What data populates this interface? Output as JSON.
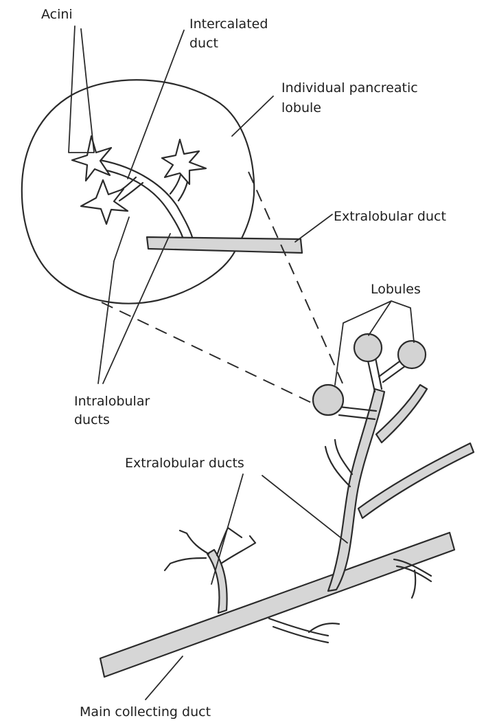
{
  "labels": {
    "acini": "Acini",
    "intercalated_1": "Intercalated",
    "intercalated_2": "duct",
    "lobule_1": "Individual pancreatic",
    "lobule_2": "lobule",
    "extralobular_duct": "Extralobular duct",
    "lobules": "Lobules",
    "intralobular_1": "Intralobular",
    "intralobular_2": "ducts",
    "extralobular_ducts": "Extralobular ducts",
    "main_duct": "Main collecting duct"
  },
  "colors": {
    "line": "#2b2b2b",
    "duct_fill": "#d6d6d6",
    "background": "#ffffff"
  }
}
